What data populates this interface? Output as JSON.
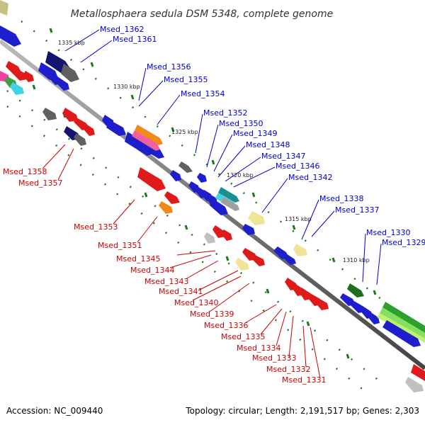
{
  "title": "Metallosphaera sedula DSM 5348, complete genome",
  "footer": {
    "accession": "Accession: NC_009440",
    "topology": "Topology: circular; Length: 2,191,517 bp; Genes: 2,303"
  },
  "colors": {
    "backbone": "#888888",
    "upper_labels": "#0000cc",
    "lower_labels": "#cc0000",
    "ticks": "#1a7a1a"
  },
  "scale_labels": [
    "1335 kbp",
    "1330 kbp",
    "1325 kbp",
    "1320 kbp",
    "1315 kbp",
    "1310 kbp"
  ],
  "upper_gene_labels": [
    "Msed_1362",
    "Msed_1361",
    "Msed_1356",
    "Msed_1355",
    "Msed_1354",
    "Msed_1352",
    "Msed_1350",
    "Msed_1349",
    "Msed_1348",
    "Msed_1347",
    "Msed_1346",
    "Msed_1342",
    "Msed_1338",
    "Msed_1337",
    "Msed_1330",
    "Msed_1329"
  ],
  "lower_gene_labels": [
    "Msed_1358",
    "Msed_1357",
    "Msed_1353",
    "Msed_1351",
    "Msed_1345",
    "Msed_1344",
    "Msed_1343",
    "Msed_1341",
    "Msed_1340",
    "Msed_1339",
    "Msed_1336",
    "Msed_1335",
    "Msed_1334",
    "Msed_1333",
    "Msed_1332",
    "Msed_1331"
  ]
}
